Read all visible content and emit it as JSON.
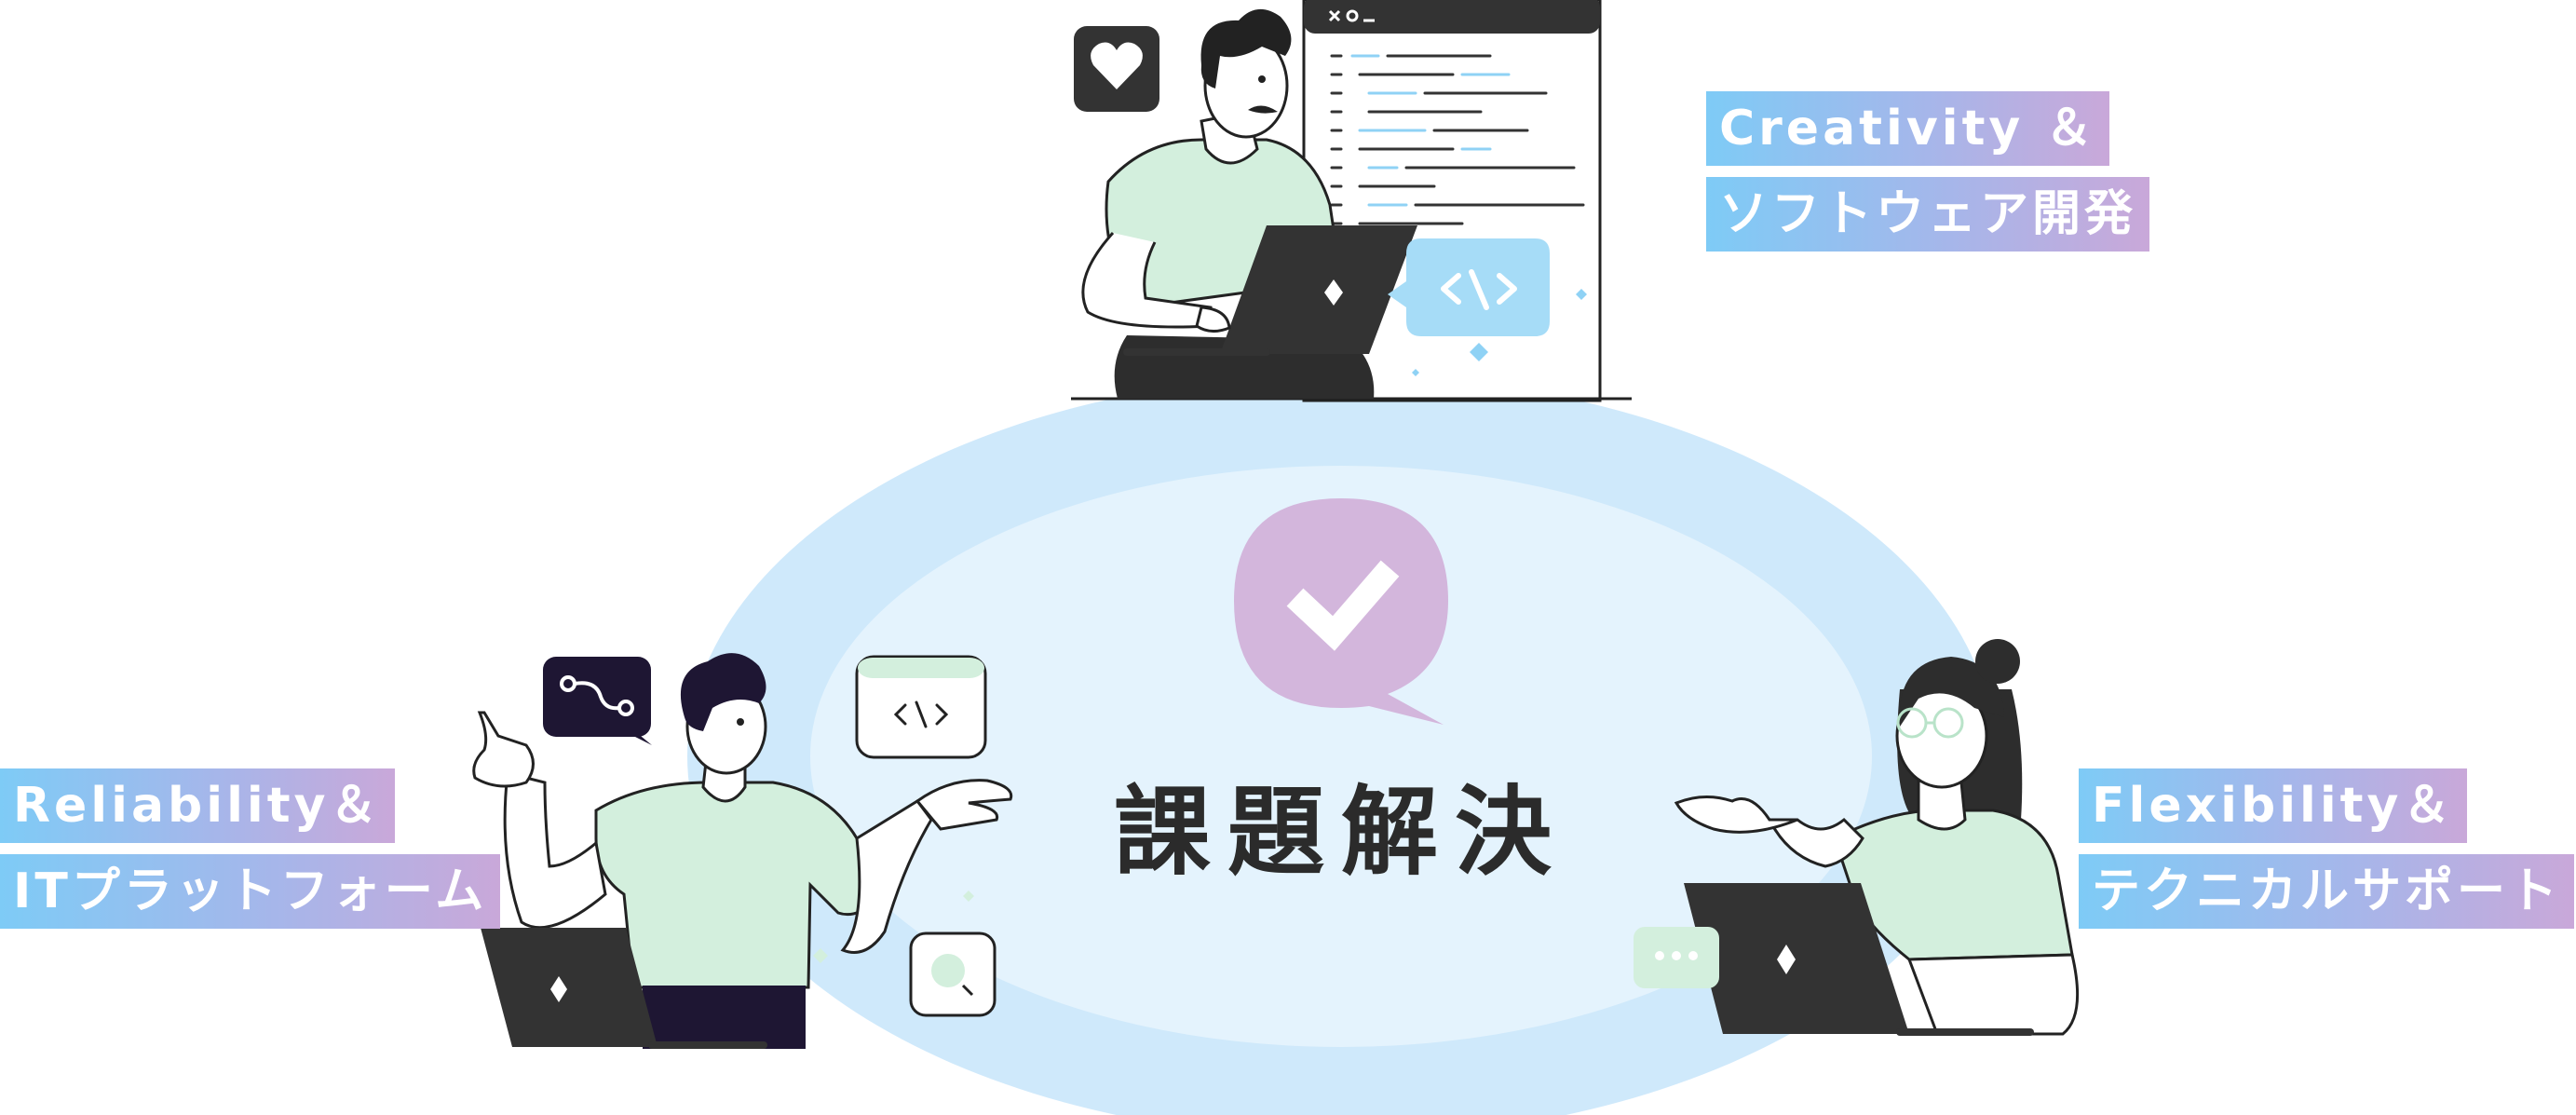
{
  "center": {
    "title": "課題解決"
  },
  "labels": {
    "top_right": {
      "line1": "Creativity ＆",
      "line2": "ソフトウェア開発"
    },
    "left": {
      "line1": "Reliability＆",
      "line2": "ITプラットフォーム"
    },
    "right": {
      "line1": "Flexibility＆",
      "line2": "テクニカルサポート"
    }
  },
  "colors": {
    "outer_ellipse": "#cfe9fb",
    "inner_ellipse": "#e4f3fd",
    "check_bubble": "#d3b6dc",
    "shirt_green": "#d3efdd",
    "laptop_dark": "#333333",
    "code_badge_blue": "#a6dcf7"
  },
  "icons": [
    "heart-icon",
    "code-icon",
    "check-icon",
    "route-icon",
    "browser-code-icon",
    "search-icon",
    "ellipsis-icon",
    "window-controls-icon"
  ]
}
